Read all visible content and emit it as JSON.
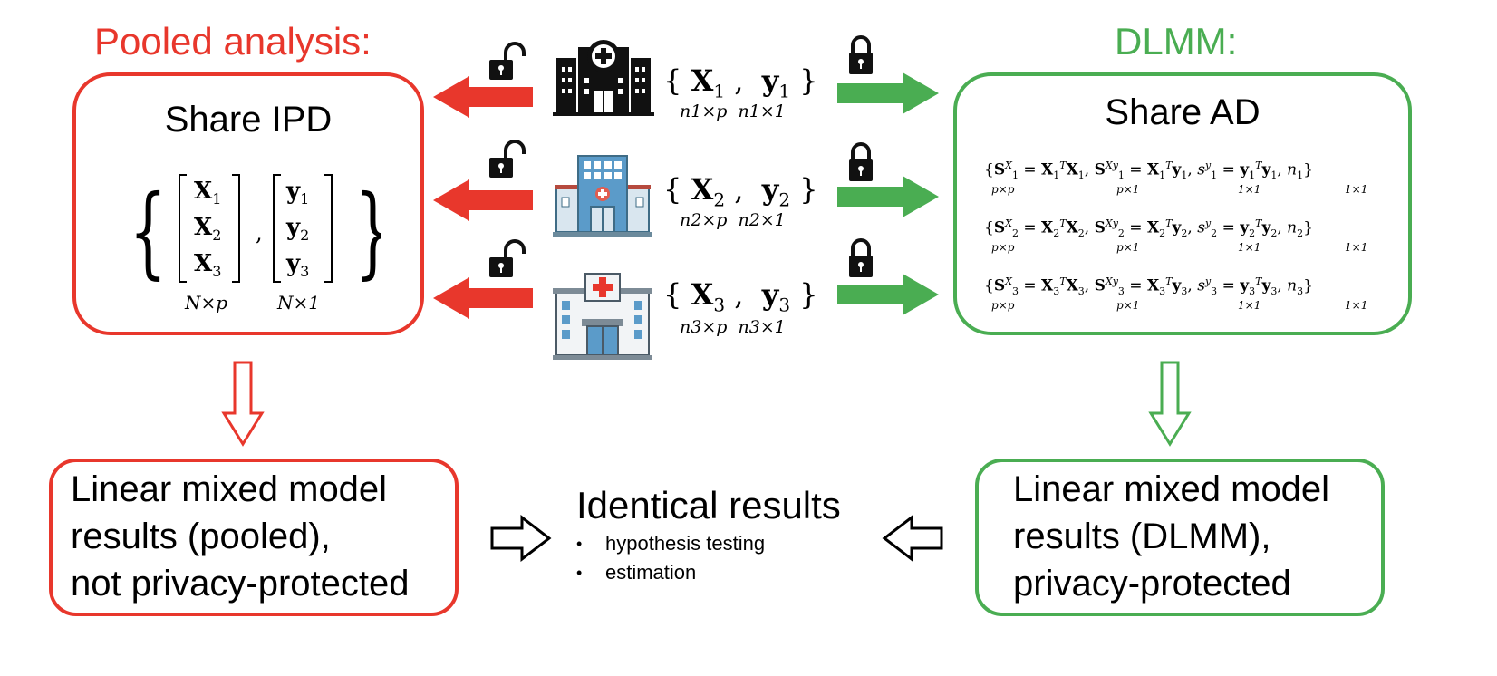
{
  "pooled": {
    "heading": "Pooled analysis:",
    "box_title": "Share IPD",
    "matrix_X": [
      "X1",
      "X2",
      "X3"
    ],
    "matrix_y": [
      "y1",
      "y2",
      "y3"
    ],
    "dim_X": "N×p",
    "dim_y": "N×1",
    "result_lines": [
      "Linear mixed model",
      "results (pooled),",
      "not privacy-protected"
    ]
  },
  "dlmm": {
    "heading": "DLMM:",
    "box_title": "Share AD",
    "stats": [
      {
        "S": "S",
        "i": "1",
        "n": "n"
      },
      {
        "S": "S",
        "i": "2",
        "n": "n"
      },
      {
        "S": "S",
        "i": "3",
        "n": "n"
      }
    ],
    "stat_dims": {
      "SX": "p×p",
      "SXy": "p×1",
      "sy": "1×1",
      "n": "1×1"
    },
    "result_lines": [
      "Linear mixed model",
      "results (DLMM),",
      "privacy-protected"
    ]
  },
  "sites": [
    {
      "X": "X",
      "y": "y",
      "index": "1",
      "dimX": "n1×p",
      "dimy": "n1×1",
      "icon": "hospital-icon-black"
    },
    {
      "X": "X",
      "y": "y",
      "index": "2",
      "dimX": "n2×p",
      "dimy": "n2×1",
      "icon": "hospital-icon-blue"
    },
    {
      "X": "X",
      "y": "y",
      "index": "3",
      "dimX": "n3×p",
      "dimy": "n3×1",
      "icon": "hospital-icon-red-cross"
    }
  ],
  "center": {
    "title": "Identical results",
    "bullets": [
      "hypothesis testing",
      "estimation"
    ]
  },
  "colors": {
    "red": "#e8372c",
    "green": "#4aad52",
    "blue": "#5b9bc9"
  }
}
